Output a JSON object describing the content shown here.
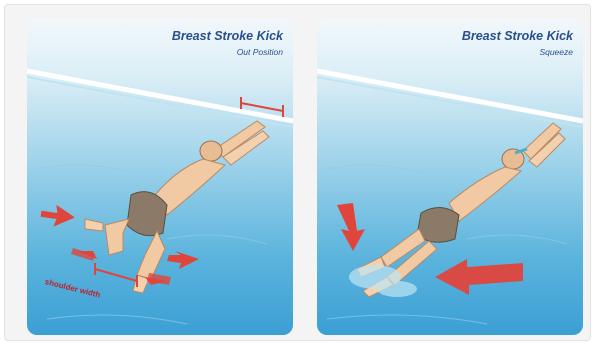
{
  "panels": [
    {
      "title": "Breast Stroke Kick",
      "subtitle": "Out Position",
      "measure_label": "shoulder width"
    },
    {
      "title": "Breast Stroke Kick",
      "subtitle": "Squeeze"
    }
  ],
  "colors": {
    "title": "#2a4f8f",
    "arrow": "#e0453c",
    "water": "#5cb4dd",
    "skin": "#f1c9a3",
    "trunks": "#8b7a68"
  },
  "icons": [
    "arrow-left-icon",
    "arrow-right-icon",
    "measure-bracket-icon"
  ]
}
